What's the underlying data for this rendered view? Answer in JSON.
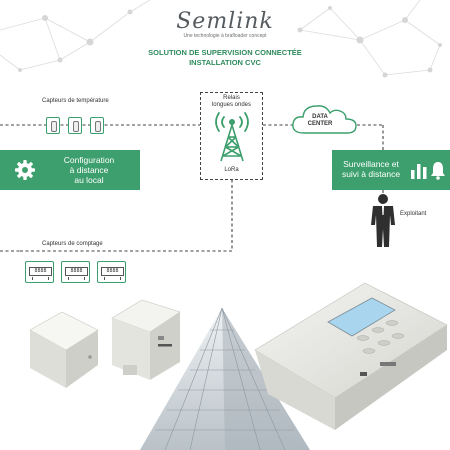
{
  "brand": {
    "name": "Semlink",
    "tagline": "Une technologie à brafloader concept"
  },
  "heading": {
    "line1": "SOLUTION DE SUPERVISION CONNECTÉE",
    "line2": "INSTALLATION CVC"
  },
  "nodes": {
    "temp_sensors": {
      "label": "Capteurs de température",
      "count": 3
    },
    "count_sensors": {
      "label": "Capteurs de comptage",
      "count": 3,
      "display": "8888"
    },
    "relay": {
      "line1": "Relais",
      "line2": "longues ondes",
      "caption": "LoRa"
    },
    "data_center": {
      "line1": "DATA",
      "line2": "CENTER"
    },
    "config": {
      "line1": "Configuration",
      "line2": "à distance",
      "line3": "au local"
    },
    "monitoring": {
      "line1": "Surveillance et",
      "line2": "suivi à distance"
    },
    "operator": {
      "label": "Exploitant"
    }
  },
  "icons": {
    "gear": "gear-icon",
    "bar_chart": "bar-chart-icon",
    "bell": "bell-icon",
    "antenna": "antenna-tower-icon",
    "cloud": "cloud-icon",
    "person": "person-icon"
  },
  "colors": {
    "brand_green": "#3c9f6d",
    "text_green": "#2f8a5c",
    "connector": "#444444",
    "device_gray": "#e6e6e2"
  }
}
